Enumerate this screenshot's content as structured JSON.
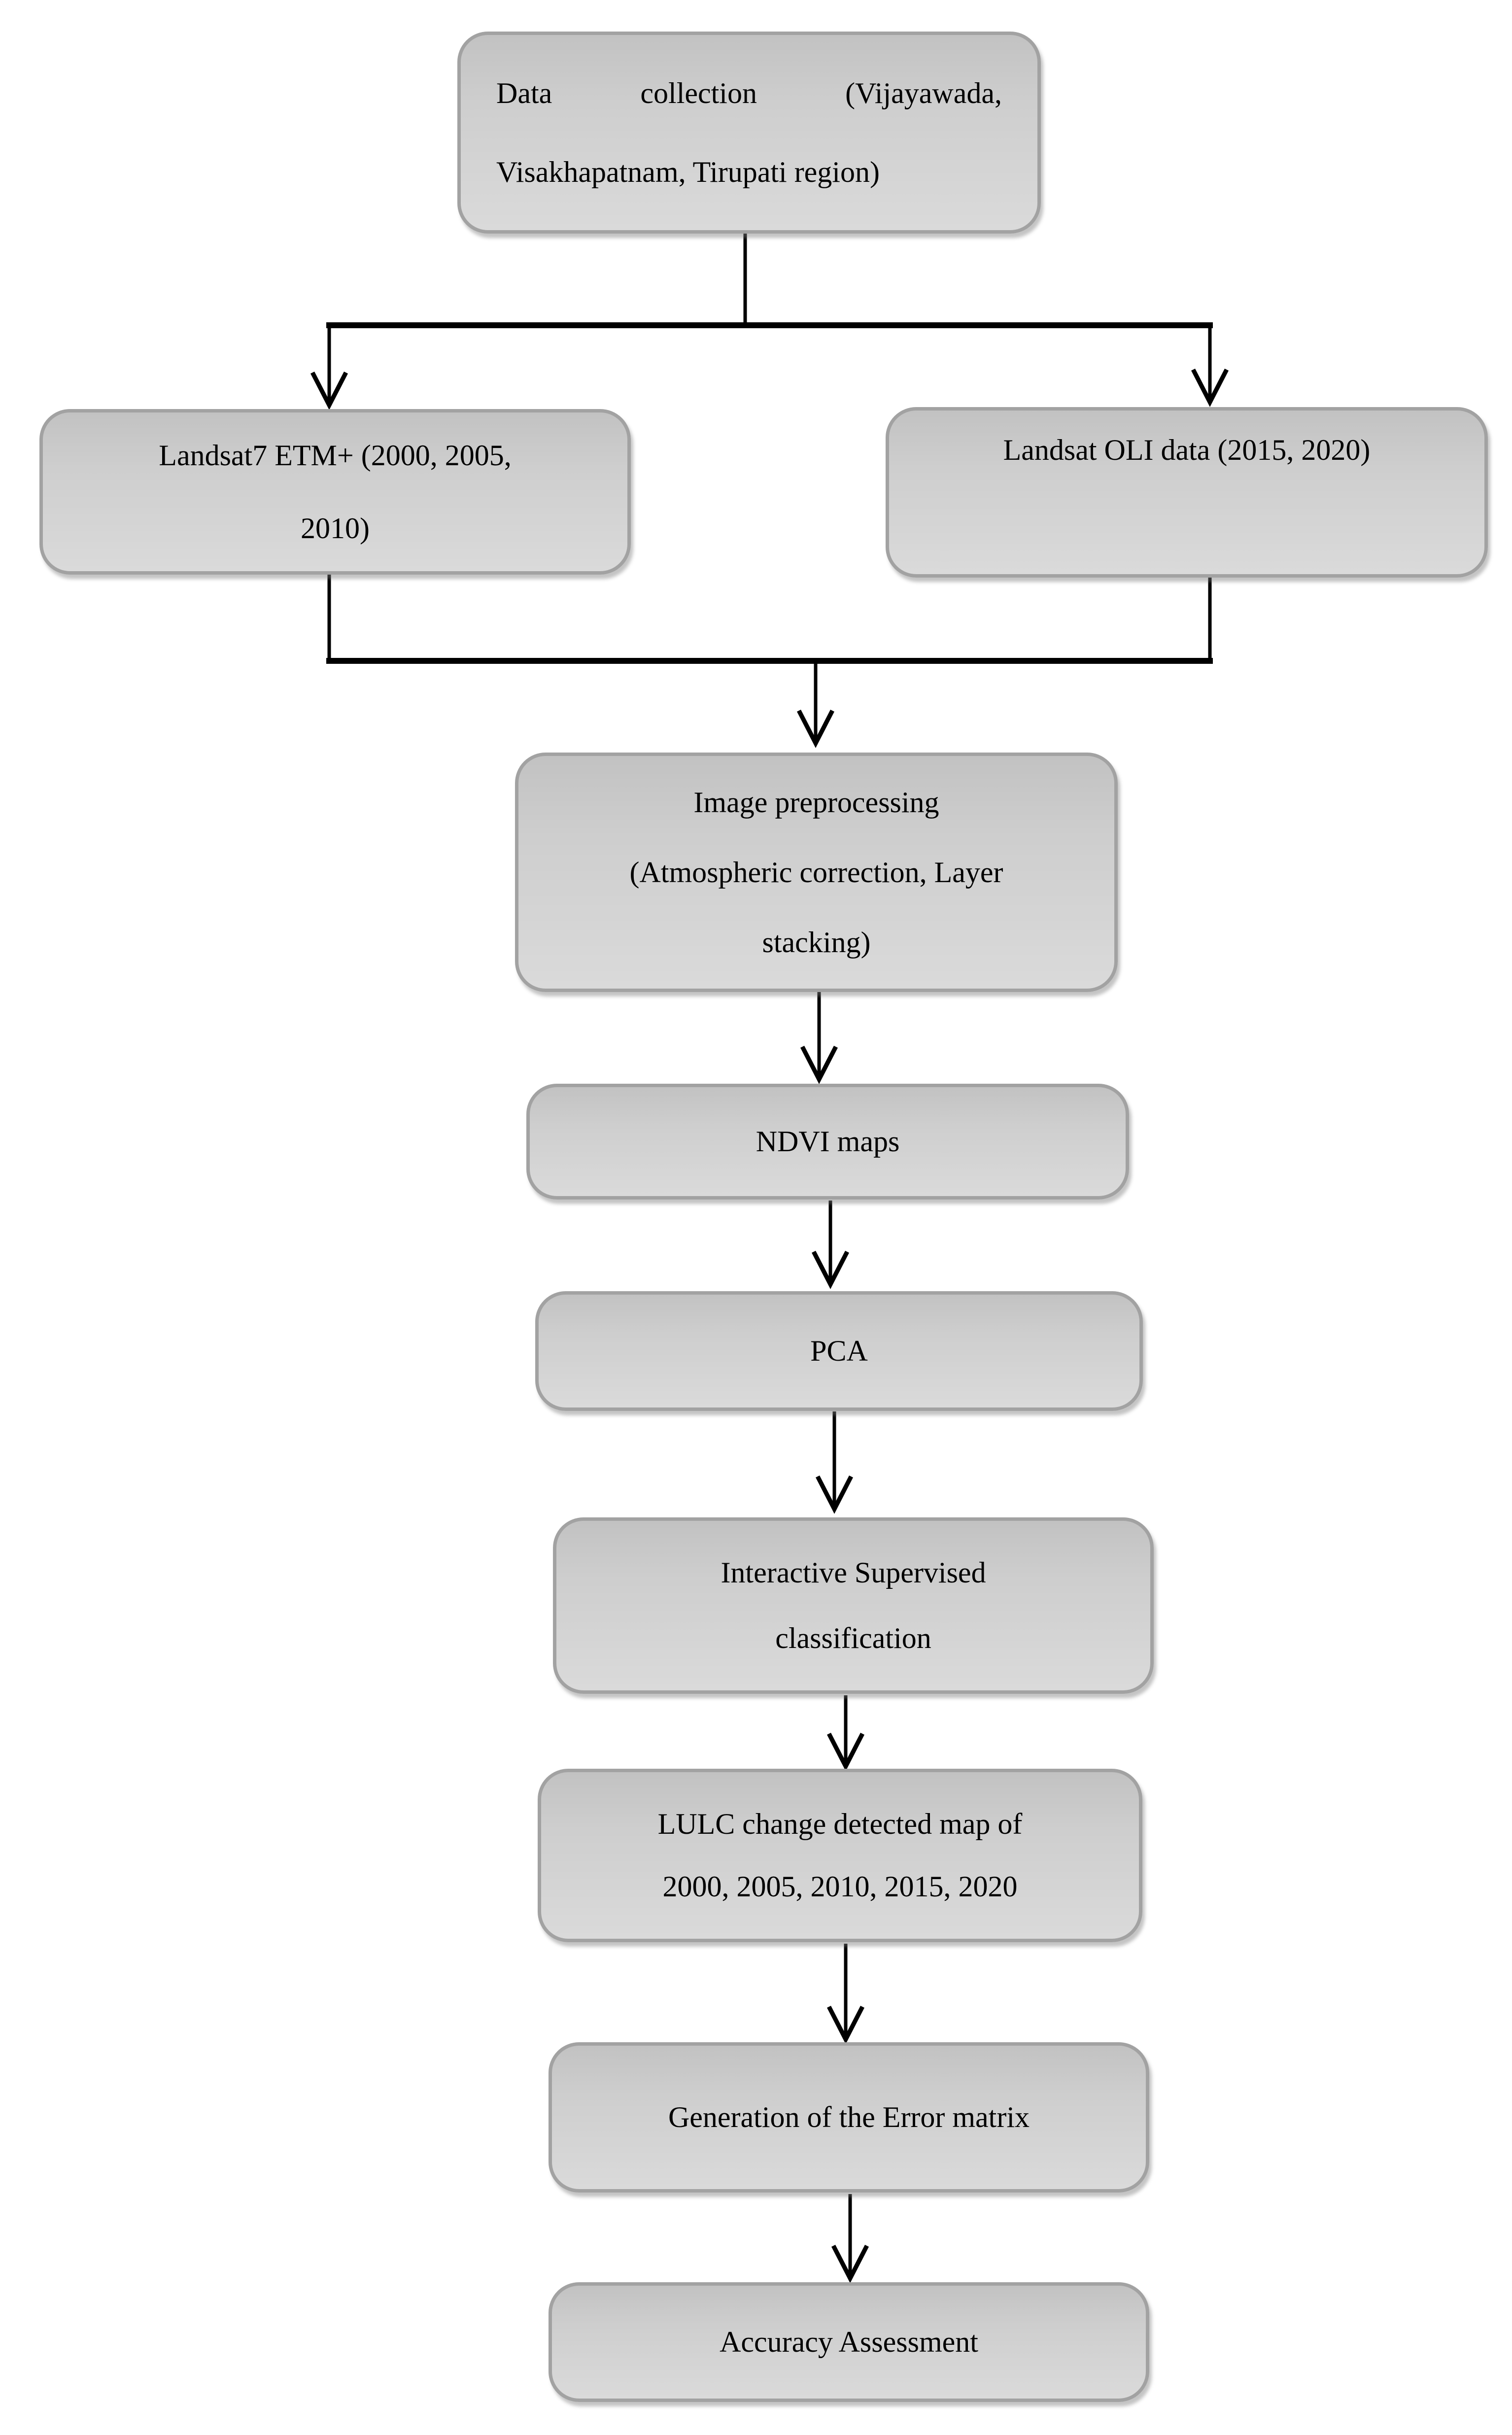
{
  "figure": {
    "type": "flowchart",
    "background_color": "#ffffff",
    "box_fill_top": "#c2c2c2",
    "box_fill_bottom": "#dadada",
    "box_border_color": "#a2a2a2",
    "connector_color": "#000000",
    "text_color": "#000000"
  },
  "nodes": [
    {
      "id": "data-collection",
      "lines": [
        "Data collection (Vijayawada,",
        "Visakhapatnam, Tirupati region)"
      ]
    },
    {
      "id": "landsat7-etm",
      "lines": [
        "Landsat7 ETM+ (2000, 2005,",
        "2010)"
      ]
    },
    {
      "id": "landsat-oli",
      "lines": [
        "Landsat OLI data (2015, 2020)"
      ]
    },
    {
      "id": "image-preprocessing",
      "lines": [
        "Image preprocessing",
        "(Atmospheric correction, Layer",
        "stacking)"
      ]
    },
    {
      "id": "ndvi-maps",
      "lines": [
        "NDVI maps"
      ]
    },
    {
      "id": "pca",
      "lines": [
        "PCA"
      ]
    },
    {
      "id": "supervised-classification",
      "lines": [
        "Interactive Supervised",
        "classification"
      ]
    },
    {
      "id": "lulc-change-map",
      "lines": [
        "LULC change detected map of",
        "2000, 2005, 2010, 2015, 2020"
      ]
    },
    {
      "id": "error-matrix",
      "lines": [
        "Generation of the Error matrix"
      ]
    },
    {
      "id": "accuracy-assessment",
      "lines": [
        "Accuracy Assessment"
      ]
    }
  ]
}
